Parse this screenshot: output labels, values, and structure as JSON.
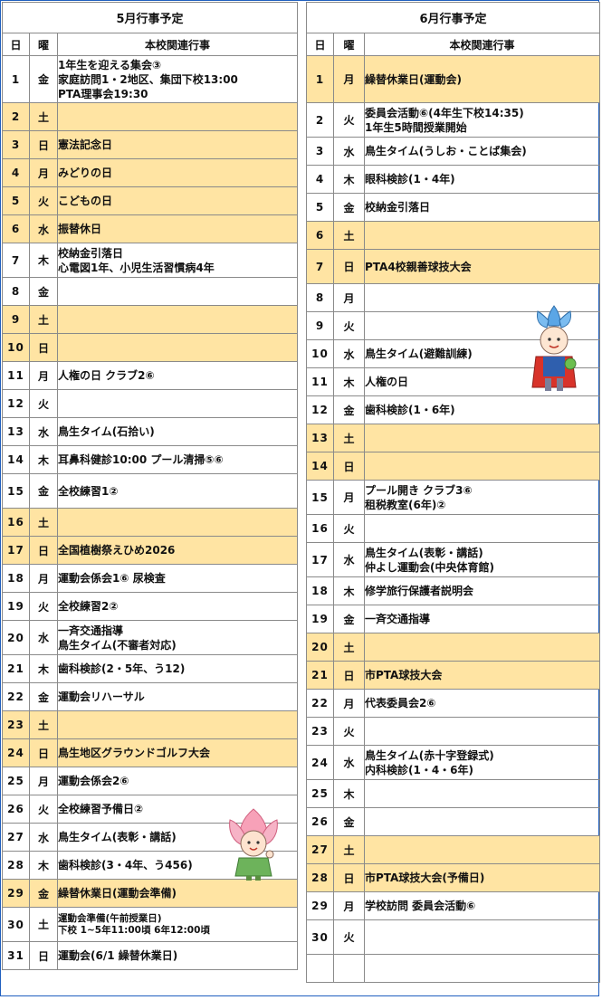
{
  "may": {
    "title": "5月行事予定",
    "headers": {
      "day": "日",
      "weekday": "曜",
      "events": "本校関連行事"
    },
    "rows": [
      {
        "d": "1",
        "w": "金",
        "lines": [
          "1年生を迎える集会③",
          "家庭訪問1・2地区、集団下校13:00",
          "PTA理事会19:30"
        ],
        "hol": false
      },
      {
        "d": "2",
        "w": "土",
        "lines": [],
        "hol": true
      },
      {
        "d": "3",
        "w": "日",
        "lines": [
          "憲法記念日"
        ],
        "hol": true
      },
      {
        "d": "4",
        "w": "月",
        "lines": [
          "みどりの日"
        ],
        "hol": true
      },
      {
        "d": "5",
        "w": "火",
        "lines": [
          "こどもの日"
        ],
        "hol": true
      },
      {
        "d": "6",
        "w": "水",
        "lines": [
          "振替休日"
        ],
        "hol": true
      },
      {
        "d": "7",
        "w": "木",
        "lines": [
          "校納金引落日",
          "心電図1年、小児生活習慣病4年"
        ],
        "hol": false
      },
      {
        "d": "8",
        "w": "金",
        "lines": [],
        "hol": false
      },
      {
        "d": "9",
        "w": "土",
        "lines": [],
        "hol": true
      },
      {
        "d": "10",
        "w": "日",
        "lines": [],
        "hol": true
      },
      {
        "d": "11",
        "w": "月",
        "lines": [
          "人権の日 クラブ2⑥"
        ],
        "hol": false
      },
      {
        "d": "12",
        "w": "火",
        "lines": [],
        "hol": false
      },
      {
        "d": "13",
        "w": "水",
        "lines": [
          "鳥生タイム(石拾い)"
        ],
        "hol": false
      },
      {
        "d": "14",
        "w": "木",
        "lines": [
          "耳鼻科健診10:00 プール清掃⑤⑥"
        ],
        "hol": false
      },
      {
        "d": "15",
        "w": "金",
        "lines": [
          "全校練習1②"
        ],
        "hol": false
      },
      {
        "d": "16",
        "w": "土",
        "lines": [],
        "hol": true
      },
      {
        "d": "17",
        "w": "日",
        "lines": [
          "全国植樹祭えひめ2026"
        ],
        "hol": true
      },
      {
        "d": "18",
        "w": "月",
        "lines": [
          "運動会係会1⑥ 尿検査"
        ],
        "hol": false
      },
      {
        "d": "19",
        "w": "火",
        "lines": [
          "全校練習2②"
        ],
        "hol": false
      },
      {
        "d": "20",
        "w": "水",
        "lines": [
          "一斉交通指導",
          "鳥生タイム(不審者対応)"
        ],
        "hol": false
      },
      {
        "d": "21",
        "w": "木",
        "lines": [
          "歯科検診(2・5年、う12)"
        ],
        "hol": false
      },
      {
        "d": "22",
        "w": "金",
        "lines": [
          "運動会リハーサル"
        ],
        "hol": false
      },
      {
        "d": "23",
        "w": "土",
        "lines": [],
        "hol": true
      },
      {
        "d": "24",
        "w": "日",
        "lines": [
          "鳥生地区グラウンドゴルフ大会"
        ],
        "hol": true
      },
      {
        "d": "25",
        "w": "月",
        "lines": [
          "運動会係会2⑥"
        ],
        "hol": false
      },
      {
        "d": "26",
        "w": "火",
        "lines": [
          "全校練習予備日②"
        ],
        "hol": false
      },
      {
        "d": "27",
        "w": "水",
        "lines": [
          "鳥生タイム(表彰・講話)"
        ],
        "hol": false
      },
      {
        "d": "28",
        "w": "木",
        "lines": [
          "歯科検診(3・4年、う456)"
        ],
        "hol": false
      },
      {
        "d": "29",
        "w": "金",
        "lines": [
          "繰替休業日(運動会準備)"
        ],
        "hol": true
      },
      {
        "d": "30",
        "w": "土",
        "lines": [
          "運動会準備(午前授業日)",
          "下校 1~5年11:00頃 6年12:00頃"
        ],
        "hol": false,
        "small": true
      },
      {
        "d": "31",
        "w": "日",
        "lines": [
          "運動会(6/1 繰替休業日)"
        ],
        "hol": false
      }
    ]
  },
  "june": {
    "title": "6月行事予定",
    "headers": {
      "day": "日",
      "weekday": "曜",
      "events": "本校関連行事"
    },
    "rows": [
      {
        "d": "1",
        "w": "月",
        "lines": [
          "繰替休業日(運動会)"
        ],
        "hol": true
      },
      {
        "d": "2",
        "w": "火",
        "lines": [
          "委員会活動⑥(4年生下校14:35)",
          "1年生5時間授業開始"
        ],
        "hol": false
      },
      {
        "d": "3",
        "w": "水",
        "lines": [
          "鳥生タイム(うしお・ことば集会)"
        ],
        "hol": false
      },
      {
        "d": "4",
        "w": "木",
        "lines": [
          "眼科検診(1・4年)"
        ],
        "hol": false
      },
      {
        "d": "5",
        "w": "金",
        "lines": [
          "校納金引落日"
        ],
        "hol": false
      },
      {
        "d": "6",
        "w": "土",
        "lines": [],
        "hol": true
      },
      {
        "d": "7",
        "w": "日",
        "lines": [
          "PTA4校親善球技大会"
        ],
        "hol": true
      },
      {
        "d": "8",
        "w": "月",
        "lines": [],
        "hol": false
      },
      {
        "d": "9",
        "w": "火",
        "lines": [],
        "hol": false
      },
      {
        "d": "10",
        "w": "水",
        "lines": [
          "鳥生タイム(避難訓練)"
        ],
        "hol": false
      },
      {
        "d": "11",
        "w": "木",
        "lines": [
          "人権の日"
        ],
        "hol": false
      },
      {
        "d": "12",
        "w": "金",
        "lines": [
          "歯科検診(1・6年)"
        ],
        "hol": false
      },
      {
        "d": "13",
        "w": "土",
        "lines": [],
        "hol": true
      },
      {
        "d": "14",
        "w": "日",
        "lines": [],
        "hol": true
      },
      {
        "d": "15",
        "w": "月",
        "lines": [
          "プール開き クラブ3⑥",
          "租税教室(6年)②"
        ],
        "hol": false
      },
      {
        "d": "16",
        "w": "火",
        "lines": [],
        "hol": false
      },
      {
        "d": "17",
        "w": "水",
        "lines": [
          "鳥生タイム(表彰・講話)",
          "仲よし運動会(中央体育館)"
        ],
        "hol": false
      },
      {
        "d": "18",
        "w": "木",
        "lines": [
          "修学旅行保護者説明会"
        ],
        "hol": false
      },
      {
        "d": "19",
        "w": "金",
        "lines": [
          "一斉交通指導"
        ],
        "hol": false
      },
      {
        "d": "20",
        "w": "土",
        "lines": [],
        "hol": true
      },
      {
        "d": "21",
        "w": "日",
        "lines": [
          "市PTA球技大会"
        ],
        "hol": true
      },
      {
        "d": "22",
        "w": "月",
        "lines": [
          "代表委員会2⑥"
        ],
        "hol": false
      },
      {
        "d": "23",
        "w": "火",
        "lines": [],
        "hol": false
      },
      {
        "d": "24",
        "w": "水",
        "lines": [
          "鳥生タイム(赤十字登録式)",
          "内科検診(1・4・6年)"
        ],
        "hol": false
      },
      {
        "d": "25",
        "w": "木",
        "lines": [],
        "hol": false
      },
      {
        "d": "26",
        "w": "金",
        "lines": [],
        "hol": false
      },
      {
        "d": "27",
        "w": "土",
        "lines": [],
        "hol": true
      },
      {
        "d": "28",
        "w": "日",
        "lines": [
          "市PTA球技大会(予備日)"
        ],
        "hol": true
      },
      {
        "d": "29",
        "w": "月",
        "lines": [
          "学校訪問 委員会活動⑥"
        ],
        "hol": false
      },
      {
        "d": "30",
        "w": "火",
        "lines": [],
        "hol": false
      },
      {
        "d": "",
        "w": "",
        "lines": [],
        "hol": false
      }
    ]
  },
  "colors": {
    "holiday_bg": "#ffe4a3",
    "border": "#8a8a8a",
    "frame": "#1f5fbf"
  },
  "icons": {
    "mascot_may": "lotus-fairy-mascot",
    "mascot_june": "blue-lotus-hero-mascot"
  }
}
